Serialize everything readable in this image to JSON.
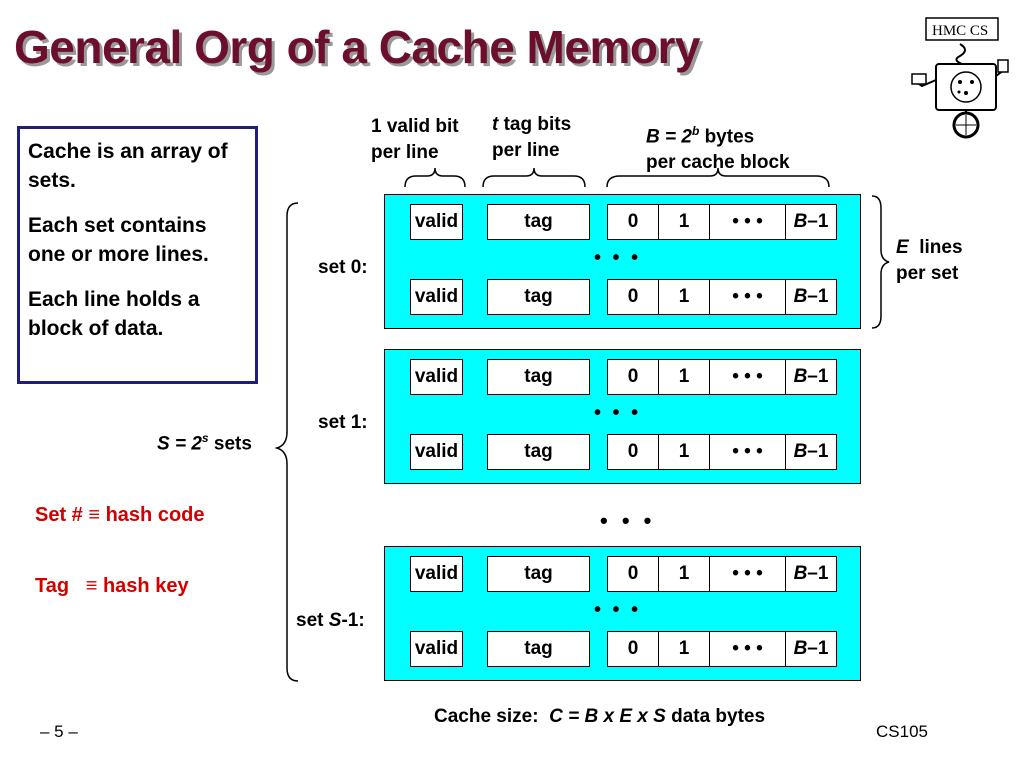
{
  "title": "General Org of a Cache Memory",
  "info": {
    "p1": "Cache is an array of sets.",
    "p2": "Each set contains one or more lines.",
    "p3": "Each line holds a block of data."
  },
  "top_labels": {
    "valid_bit_1": "1 valid bit",
    "valid_bit_2": "per line",
    "tag_var": "t",
    "tag_bits_1": " tag bits",
    "tag_bits_2": "per line",
    "block_var": "B = 2",
    "block_exp": "b",
    "block_1": " bytes",
    "block_2": "per cache block"
  },
  "lines_label": {
    "var": "E",
    "text1": "lines",
    "text2": "per set"
  },
  "sets_label": {
    "var": "S = 2",
    "exp": "s",
    "text": " sets"
  },
  "sets": [
    {
      "label": "set 0:"
    },
    {
      "label": "set 1:"
    },
    {
      "label_pre": "set ",
      "label_var": "S",
      "label_post": "-1:"
    }
  ],
  "cells": {
    "valid": "valid",
    "tag": "tag",
    "b0": "0",
    "b1": "1",
    "ellipsis": "• • •",
    "last_var": "B",
    "last_suffix": "–1"
  },
  "between_dots": "• • •",
  "hash": {
    "set_line": "Set # ≡ hash code",
    "tag_line": "Tag   ≡ hash key"
  },
  "cache_size": {
    "prefix": "Cache size:",
    "formula": "C = B x E x S",
    "suffix": " data bytes"
  },
  "footer": {
    "page": "– 5 –",
    "course": "CS105"
  },
  "logo": {
    "text": "HMC CS"
  },
  "colors": {
    "title": "#6b0f2d",
    "set_fill": "#00ffff",
    "hash_text": "#d40000",
    "box_border": "#1f1f7a"
  }
}
